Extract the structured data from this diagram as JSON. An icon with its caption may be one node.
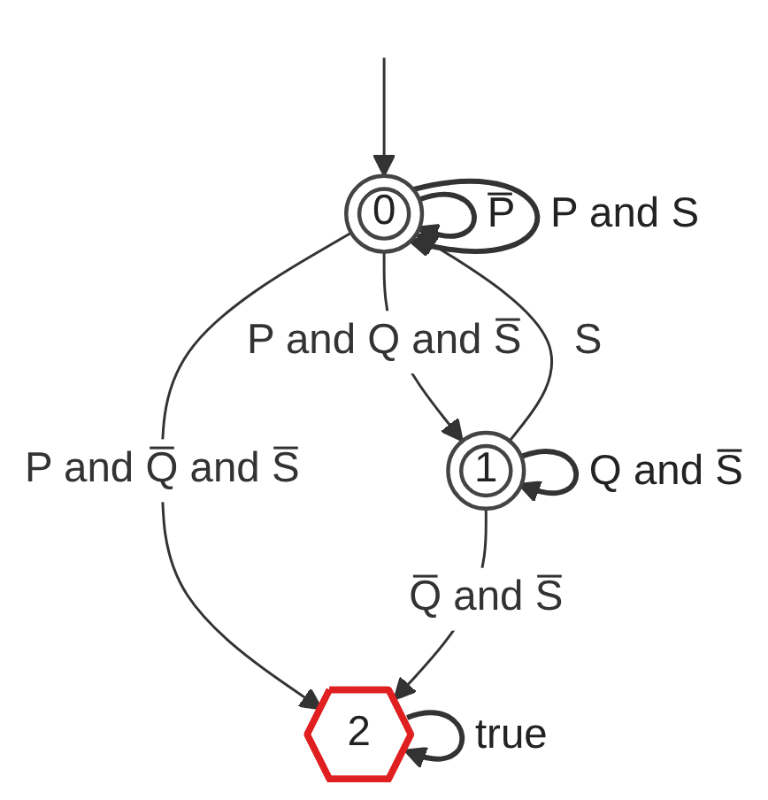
{
  "diagram": {
    "nodes": [
      {
        "text": [
          "0"
        ]
      },
      {
        "text": [
          "1"
        ]
      },
      {
        "text": [
          "2"
        ]
      }
    ],
    "edges": [
      {
        "from": null,
        "to": 0,
        "arrow": "to"
      },
      {
        "from": 0,
        "to": 0,
        "label": "P̅",
        "arrow": "to"
      },
      {
        "from": 0,
        "to": 0,
        "label": "P and S",
        "arrow": "to"
      },
      {
        "from": 0,
        "to": 1,
        "label": "P and Q and S̅",
        "arrow": "to"
      },
      {
        "from": 1,
        "to": 0,
        "label": "S",
        "arrow": "to"
      },
      {
        "from": 1,
        "to": 1,
        "label": "Q and S̅",
        "arrow": "to"
      },
      {
        "from": 0,
        "to": 2,
        "label": "P and Q̅ and S̅",
        "arrow": "to"
      },
      {
        "from": 1,
        "to": 2,
        "label": "Q̅ and S̅",
        "arrow": "to"
      },
      {
        "from": 2,
        "to": 2,
        "label": "true",
        "arrow": "to"
      }
    ]
  }
}
